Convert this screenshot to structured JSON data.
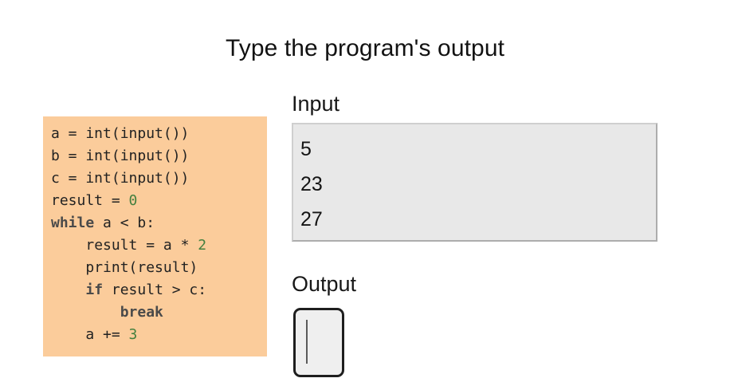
{
  "page": {
    "title": "Type the program's output"
  },
  "code_panel": {
    "language": "python",
    "background_color": "#fbcc9b",
    "keyword_color": "#4a4a4a",
    "number_color": "#44803f",
    "lines": [
      {
        "indent": 0,
        "tokens": [
          {
            "t": "a = int(input())",
            "k": "plain"
          }
        ]
      },
      {
        "indent": 0,
        "tokens": [
          {
            "t": "b = int(input())",
            "k": "plain"
          }
        ]
      },
      {
        "indent": 0,
        "tokens": [
          {
            "t": "c = int(input())",
            "k": "plain"
          }
        ]
      },
      {
        "indent": 0,
        "tokens": [
          {
            "t": "result = ",
            "k": "plain"
          },
          {
            "t": "0",
            "k": "num"
          }
        ]
      },
      {
        "indent": 0,
        "tokens": [
          {
            "t": "while",
            "k": "kw"
          },
          {
            "t": " a < b:",
            "k": "plain"
          }
        ]
      },
      {
        "indent": 4,
        "tokens": [
          {
            "t": "result = a * ",
            "k": "plain"
          },
          {
            "t": "2",
            "k": "num"
          }
        ]
      },
      {
        "indent": 4,
        "tokens": [
          {
            "t": "print(result)",
            "k": "plain"
          }
        ]
      },
      {
        "indent": 4,
        "tokens": [
          {
            "t": "if",
            "k": "kw"
          },
          {
            "t": " result > c:",
            "k": "plain"
          }
        ]
      },
      {
        "indent": 8,
        "tokens": [
          {
            "t": "break",
            "k": "kw"
          }
        ]
      },
      {
        "indent": 4,
        "tokens": [
          {
            "t": "a += ",
            "k": "plain"
          },
          {
            "t": "3",
            "k": "num"
          }
        ]
      }
    ]
  },
  "input_section": {
    "label": "Input",
    "values": [
      "5",
      "23",
      "27"
    ],
    "readonly": true
  },
  "output_section": {
    "label": "Output",
    "value": "",
    "placeholder": "",
    "caret_visible": true
  }
}
